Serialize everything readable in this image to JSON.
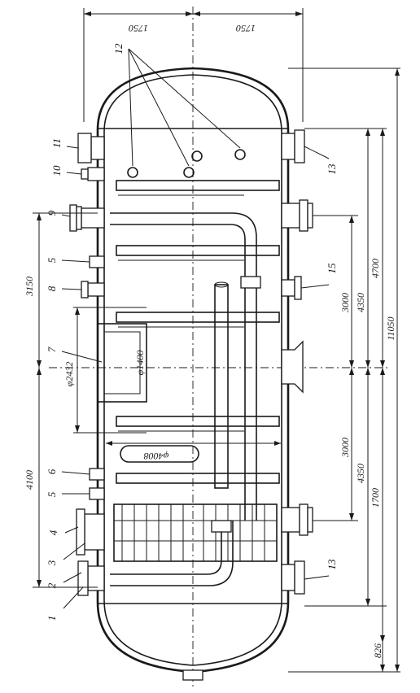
{
  "dimensions": {
    "top_left": "1750",
    "top_right": "1750",
    "left_upper": "3150",
    "left_lower": "4100",
    "nozzle_diameter": "φ2432",
    "manhole_diameter": "φ1400",
    "vessel_diameter": "φ4008",
    "right_3000_upper": "3000",
    "right_3000_lower": "3000",
    "right_4350_upper": "4350",
    "right_4350_lower": "4350",
    "right_4700": "4700",
    "right_1700": "1700",
    "right_11050": "11050",
    "right_826": "826"
  },
  "labels": {
    "n1": "1",
    "n2": "2",
    "n3": "3",
    "n4": "4",
    "n5a": "5",
    "n5b": "5",
    "n6": "6",
    "n7": "7",
    "n8": "8",
    "n9": "9",
    "n10": "10",
    "n11": "11",
    "n12": "12",
    "n13a": "13",
    "n13b": "13",
    "n15": "15"
  }
}
